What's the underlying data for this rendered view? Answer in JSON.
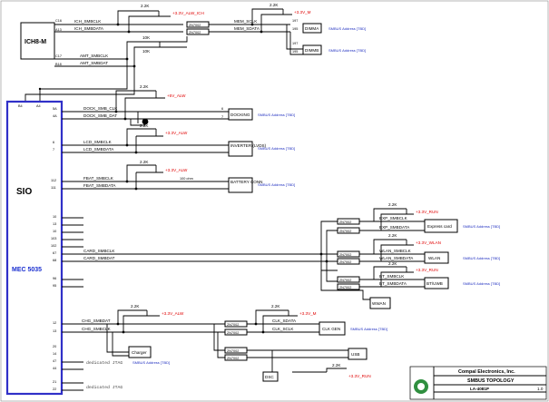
{
  "chips": {
    "ich": "ICH8-M",
    "sio": "SIO",
    "mec": "MEC 5035"
  },
  "devices": {
    "dimm_a": "DIMMA",
    "dimm_b": "DIMMB",
    "docking": "DOCKING",
    "inverter": "INVERTER (LVDS)",
    "battery": "BATTERY CONN",
    "express_card": "Express card",
    "wlan": "WLAN",
    "bt_uwb": "BT/UWB",
    "wwan": "WWAN",
    "clk_gen": "CLK GEN",
    "charger": "Charger",
    "usb": "USB",
    "dsc": "DSC"
  },
  "signals": {
    "ich_smbclk": "ICH_SMBCLK",
    "ich_smbdata": "ICH_SMBDATA",
    "amt_smbclk": "AMT_SMBCLK",
    "amt_smbdat": "AMT_SMBDAT",
    "mem_sclk": "MEM_SCLK",
    "mem_sdata": "MEM_SDATA",
    "dock_smb_clk": "DOCK_SMB_CLK",
    "dock_smb_dat": "DOCK_SMB_DAT",
    "lcd_smbclk": "LCD_SMBCLK",
    "lcd_smbdata": "LCD_SMBDATA",
    "fbat_smbclk": "FBAT_SMBCLK",
    "fbat_smbdata": "FBAT_SMBDATA",
    "card_smbclk": "CARD_SMBCLK",
    "card_smbdat": "CARD_SMBDAT",
    "exp_smbclk": "EXP_SMBCLK",
    "exp_smbdata": "EXP_SMBDATA",
    "wlan_smbclk": "WLAN_SMBCLK",
    "wlan_smbdata": "WLAN_SMBDATA",
    "bt_smbclk": "BT_SMBCLK",
    "bt_smbdata": "BT_SMBDATA",
    "chg_smbdat": "CHG_SMBDAT",
    "chg_smbclk": "CHG_SMBCLK",
    "clk_sdata": "CLK_SDATA",
    "clk_sclk": "CLK_SCLK"
  },
  "rails": {
    "r33_alw_ich": "+3.3V_ALW_ICH",
    "r33_m": "+3.3V_M",
    "r5_alw": "+5V_ALW",
    "r33_alw": "+3.3V_ALW",
    "r33_run": "+3.3V_RUN",
    "r33_wlan": "+3.3V_WLAN",
    "r33_run_b": "+3.3V_RUN",
    "r33_m_b": "+3.3V_M",
    "r33_run_c": "+3.3V_RUN"
  },
  "parts": {
    "resistor_2k2": "2.2K",
    "resistor_10k": "10K",
    "resistor_100": "100 ohm",
    "fet": "2N7002"
  },
  "address": {
    "smbus_tbd": "SMBUS Address [TBD]"
  },
  "jtag": {
    "dedicated_1": "dedicated JTAG",
    "dedicated_2": "dedicated JTAG"
  },
  "title_block": {
    "company": "Compal Electronics, Inc.",
    "title": "SMBUS TOPOLOGY",
    "doc": "LA-4081P",
    "rev": "1.0"
  },
  "pins": {
    "ich_1": "C16",
    "ich_2": "A13",
    "ich_3": "C17",
    "ich_4": "B18",
    "dimm_1": "197",
    "dimm_2": "195",
    "dimm_3": "197",
    "dimm_4": "195",
    "mec_top_1": "B4",
    "mec_top_2": "A4",
    "mec_1": "5A",
    "mec_2": "4A",
    "mec_3": "6",
    "mec_4": "7",
    "mec_5": "112",
    "mec_6": "111",
    "mec_7": "10",
    "mec_8": "13",
    "mec_9": "10",
    "mec_10": "103",
    "mec_11": "102",
    "mec_12": "67",
    "mec_13": "68",
    "mec_14": "96",
    "mec_15": "95",
    "mec_16": "12",
    "mec_17": "13",
    "mec_18": "20",
    "mec_19": "14",
    "mec_20": "47",
    "mec_21": "44",
    "mec_22": "21",
    "mec_23": "22"
  }
}
